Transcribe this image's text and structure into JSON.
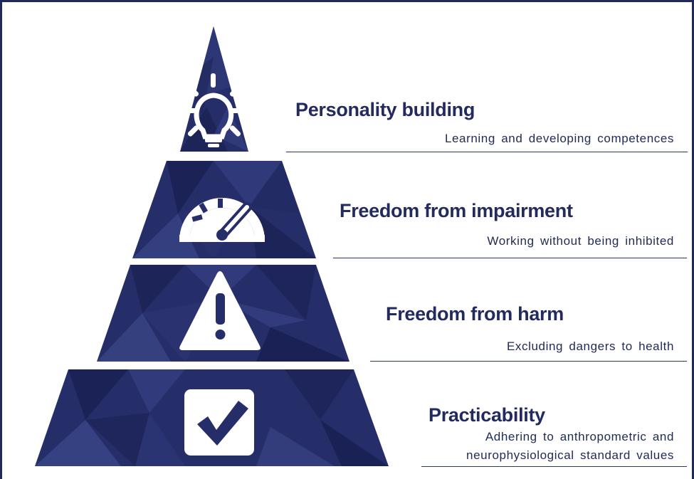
{
  "pyramid": {
    "levels": [
      {
        "title": "Personality building",
        "subtitle": "Learning and developing competences",
        "icon": "lightbulb-icon"
      },
      {
        "title": "Freedom from impairment",
        "subtitle": "Working without being inhibited",
        "icon": "speedometer-icon"
      },
      {
        "title": "Freedom from harm",
        "subtitle": "Excluding dangers to health",
        "icon": "warning-icon"
      },
      {
        "title": "Practicability",
        "subtitle_lines": [
          "Adhering to anthropometric and",
          "neurophysiological standard values"
        ],
        "icon": "checkmark-icon"
      }
    ]
  },
  "colors": {
    "tier_fill": "#262e6a",
    "tier_dark": "#1a2052",
    "tier_light": "#3a4585",
    "text": "#222a5e",
    "frame": "#1f2a5a"
  }
}
